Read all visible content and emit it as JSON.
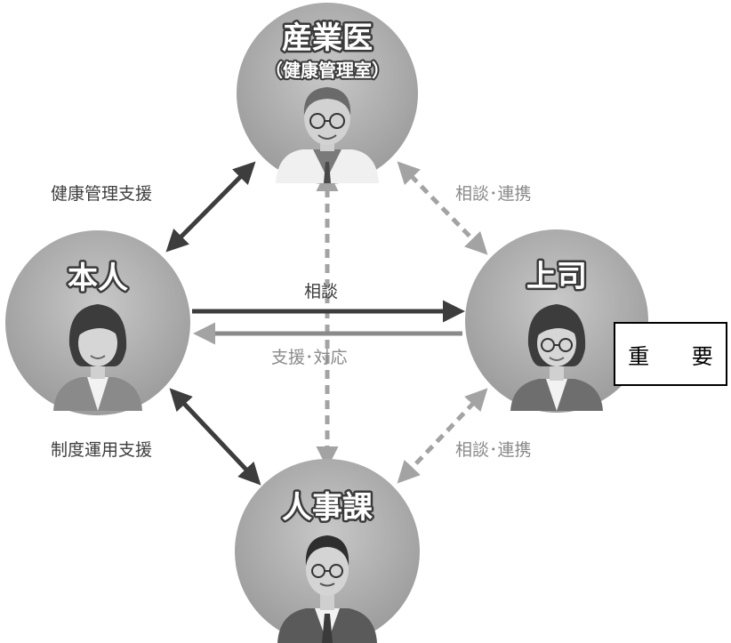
{
  "nodes": {
    "occupational_physician": {
      "title": "産業医",
      "subtitle": "（健康管理室）"
    },
    "self": {
      "title": "本人"
    },
    "supervisor": {
      "title": "上司"
    },
    "personnel": {
      "title": "人事課"
    }
  },
  "edges": {
    "self_physician": "健康管理支援",
    "physician_supervisor": "相談･連携",
    "self_to_supervisor": "相談",
    "supervisor_to_self": "支援･対応",
    "self_personnel": "制度運用支援",
    "supervisor_personnel": "相談･連携"
  },
  "callout": {
    "label": "重 要"
  }
}
